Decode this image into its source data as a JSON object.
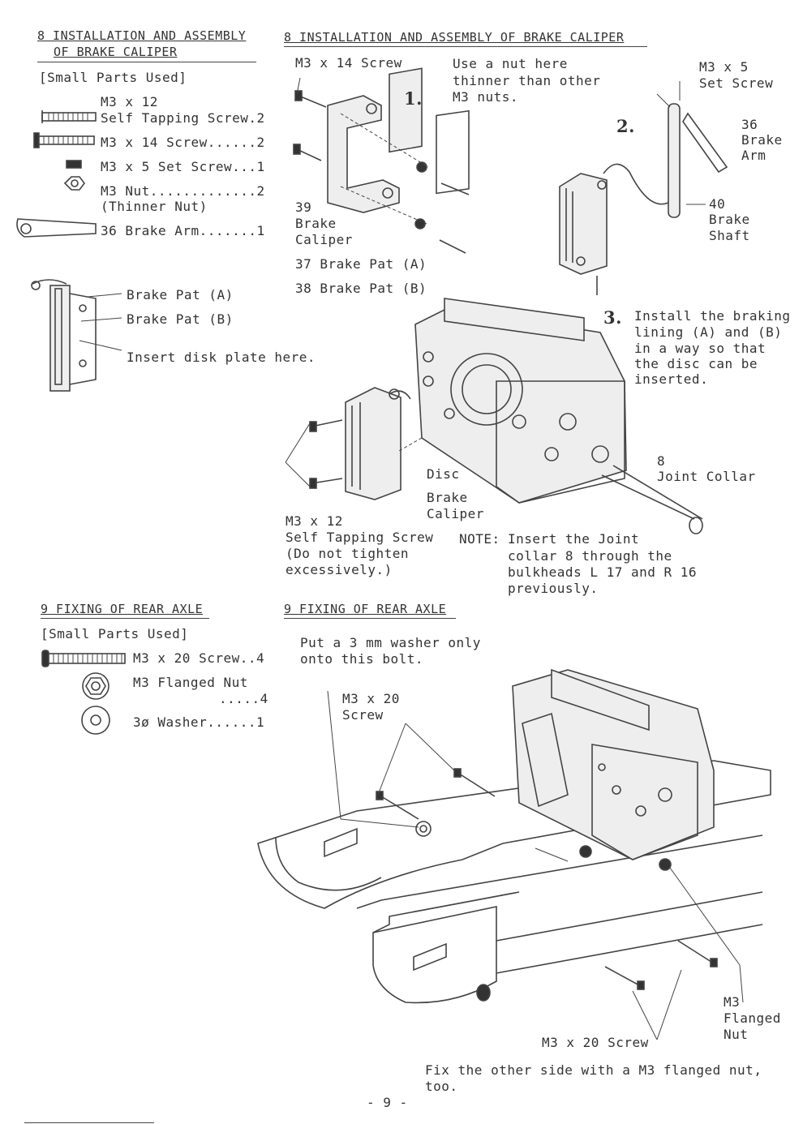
{
  "sec8_left": {
    "title1": "8 INSTALLATION AND ASSEMBLY",
    "title2": "OF BRAKE CALIPER",
    "parts_label": "[Small Parts Used]",
    "parts": [
      {
        "name": "M3 x 12",
        "name2": "Self Tapping Screw.2"
      },
      {
        "name": "M3 x 14 Screw......2"
      },
      {
        "name": "M3 x 5 Set Screw...1"
      },
      {
        "name": "M3 Nut.............2",
        "name2": "(Thinner Nut)"
      },
      {
        "num": "36",
        "name": "Brake Arm.......1"
      }
    ],
    "brake_pat_a": "Brake Pat (A)",
    "brake_pat_b": "Brake Pat (B)",
    "insert_disk": "Insert disk plate here."
  },
  "sec8_right": {
    "title": "8 INSTALLATION AND ASSEMBLY OF BRAKE CALIPER",
    "step1": {
      "num": "1.",
      "m3x14": "M3 x 14 Screw",
      "note_lines": [
        "Use a nut here",
        "thinner than other",
        "M3 nuts."
      ],
      "caliper_num": "39",
      "caliper_l1": "Brake",
      "caliper_l2": "Caliper",
      "pat_a_num": "37",
      "pat_a": "Brake Pat (A)",
      "pat_b_num": "38",
      "pat_b": "Brake Pat (B)"
    },
    "step2": {
      "num": "2.",
      "setscrew_l1": "M3 x 5",
      "setscrew_l2": "Set Screw",
      "arm_num": "36",
      "arm_l1": "Brake",
      "arm_l2": "Arm",
      "shaft_num": "40",
      "shaft_l1": "Brake",
      "shaft_l2": "Shaft"
    },
    "step3": {
      "num": "3.",
      "lines": [
        "Install the braking",
        "lining (A) and (B)",
        "in a way so that",
        "the disc can be",
        "inserted."
      ],
      "disc": "Disc",
      "caliper_l1": "Brake",
      "caliper_l2": "Caliper",
      "collar_num": "8",
      "collar": "Joint Collar",
      "screw_lines": [
        "M3 x 12",
        "Self Tapping Screw",
        "(Do not tighten",
        "excessively.)"
      ],
      "note_label": "NOTE:",
      "note_lines": [
        "Insert the Joint",
        "collar 8 through the",
        "bulkheads L 17 and R 16",
        "previously."
      ]
    }
  },
  "sec9_left": {
    "title": "9 FIXING OF REAR AXLE",
    "parts_label": "[Small Parts Used]",
    "parts": [
      {
        "name": "M3 x 20 Screw..4"
      },
      {
        "name": "M3 Flanged Nut",
        "name2": ".....4"
      },
      {
        "name": "3ø Washer......1"
      }
    ]
  },
  "sec9_right": {
    "title": "9 FIXING OF REAR AXLE",
    "washer_note": [
      "Put a 3 mm washer only",
      "onto this bolt."
    ],
    "screw_l1": "M3 x 20",
    "screw_l2": "Screw",
    "flanged_lines": [
      "M3",
      "Flanged",
      "Nut"
    ],
    "screw_bottom": "M3 x 20 Screw",
    "footer_lines": [
      "Fix the other side with a M3 flanged nut,",
      "too."
    ]
  },
  "page_number": "- 9 -"
}
